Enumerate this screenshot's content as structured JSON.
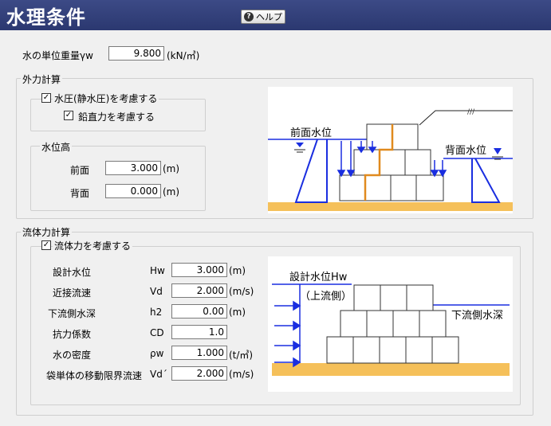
{
  "window": {
    "title": "水理条件",
    "help_label": "ヘルプ"
  },
  "unit_weight": {
    "label": "水の単位重量γw",
    "value": "9.800",
    "unit": "(kN/㎥)"
  },
  "external_force": {
    "legend": "外力計算",
    "hydrostatic_checkbox": {
      "label": "水圧(静水圧)を考慮する",
      "checked": true
    },
    "vertical_checkbox": {
      "label": "鉛直力を考慮する",
      "checked": true
    },
    "water_level": {
      "legend": "水位高",
      "front": {
        "label": "前面",
        "value": "3.000",
        "unit": "(m)"
      },
      "back": {
        "label": "背面",
        "value": "0.000",
        "unit": "(m)"
      }
    },
    "diagram": {
      "front_label": "前面水位",
      "back_label": "背面水位"
    }
  },
  "fluid_force": {
    "legend": "流体力計算",
    "consider_checkbox": {
      "label": "流体力を考慮する",
      "checked": true
    },
    "rows": [
      {
        "label": "設計水位",
        "symbol": "Hw",
        "value": "3.000",
        "unit": "(m)"
      },
      {
        "label": "近接流速",
        "symbol": "Vd",
        "value": "2.000",
        "unit": "(m/s)"
      },
      {
        "label": "下流側水深",
        "symbol": "h2",
        "value": "0.00",
        "unit": "(m)"
      },
      {
        "label": "抗力係数",
        "symbol": "CD",
        "value": "1.0",
        "unit": ""
      },
      {
        "label": "水の密度",
        "symbol": "ρw",
        "value": "1.000",
        "unit": "(t/㎥)"
      },
      {
        "label": "袋単体の移動限界流速",
        "symbol": "Vd´",
        "value": "2.000",
        "unit": "(m/s)"
      }
    ],
    "diagram": {
      "design_level": "設計水位Hw",
      "upstream": "（上流側）",
      "downstream": "下流側水深"
    }
  },
  "colors": {
    "title_bar": "#2f3c78",
    "water_line": "#1a2ee0",
    "ground": "#f5c05a",
    "phreatic": "#e08a1e"
  }
}
